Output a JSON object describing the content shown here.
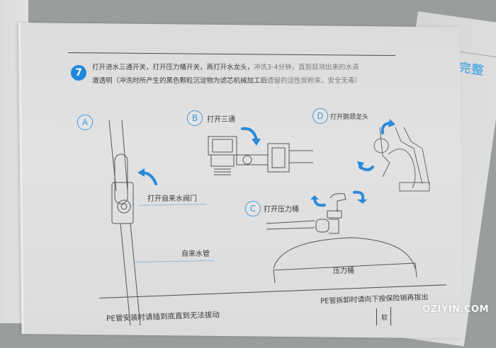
{
  "step": {
    "number": "7",
    "line1_dark": "打开进水三通开关，打开压力桶开关，再打开水龙头，",
    "line1_light": "冲洗3-4分钟，直到目测出来的水清",
    "line2_dark": "澈透明（冲洗时所产生的黑色颗粒沉淀物为滤芯机械加工后",
    "line2_light": "遗留的活性炭粉末，安全无毒）"
  },
  "diagram": {
    "a": {
      "marker": "A",
      "valve_label": "打开自来水阀门",
      "pipe_label": "自来水管"
    },
    "b": {
      "marker": "B",
      "label": "打开三通"
    },
    "c": {
      "marker": "C",
      "label": "打开压力桶",
      "tank_label": "压力桶"
    },
    "d": {
      "marker": "D",
      "label": "打开鹅颈龙头"
    }
  },
  "bottom": {
    "left_note": "PE管安装时请插到底直到无法拔动",
    "right_note": "PE管拆卸时请向下按保险销再拔出",
    "small_label": "软"
  },
  "next_page": {
    "title": "完整"
  },
  "watermark": "OZIYIN.COM",
  "colors": {
    "accent_blue": "#1e88d8",
    "light_blue": "#3c9bdc",
    "paper": "#e0e0e0",
    "background": "#9a9d9d"
  }
}
